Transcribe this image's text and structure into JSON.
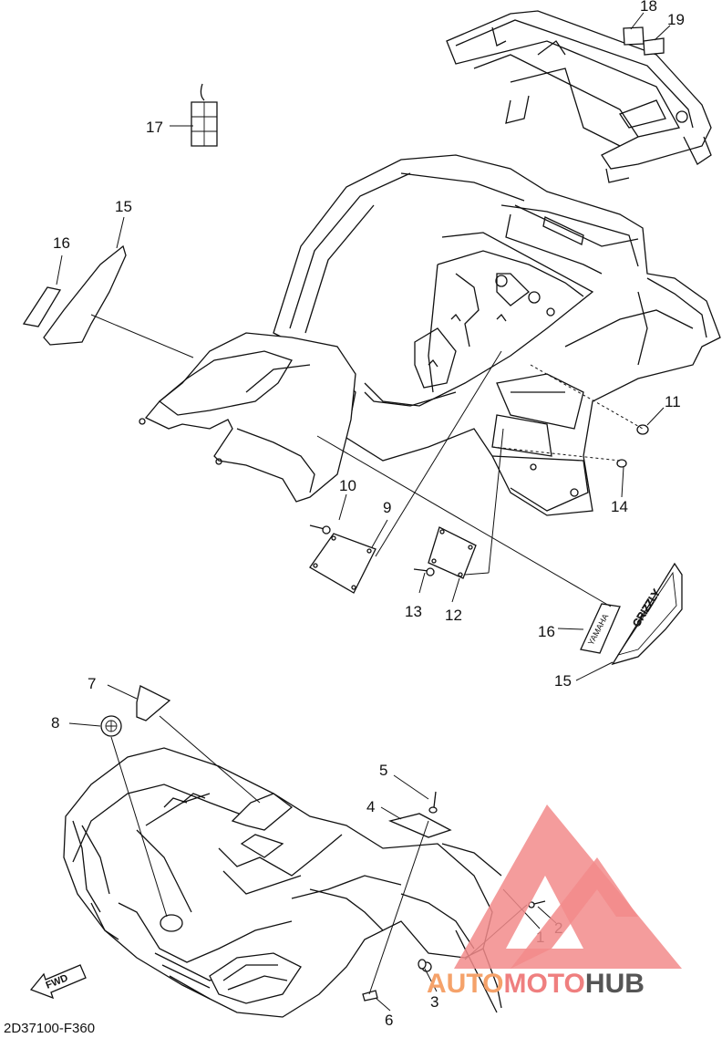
{
  "drawing_code": "2D37100-F360",
  "fwd_label": "FWD",
  "callouts": [
    "1",
    "2",
    "3",
    "4",
    "5",
    "6",
    "7",
    "8",
    "9",
    "10",
    "11",
    "12",
    "13",
    "14",
    "15",
    "16",
    "17",
    "18",
    "19"
  ],
  "callouts_dup": {
    "c15b": "15",
    "c16b": "16"
  },
  "emblem_text": {
    "brand": "YAMAHA",
    "model": "GRIZZLY"
  },
  "watermark": {
    "part1": "AUTO",
    "part2": "MOTO",
    "part3": "HUB"
  },
  "colors": {
    "line": "#111111",
    "watermark_red": "#f28b8b",
    "watermark_orange": "#f5a26a"
  }
}
